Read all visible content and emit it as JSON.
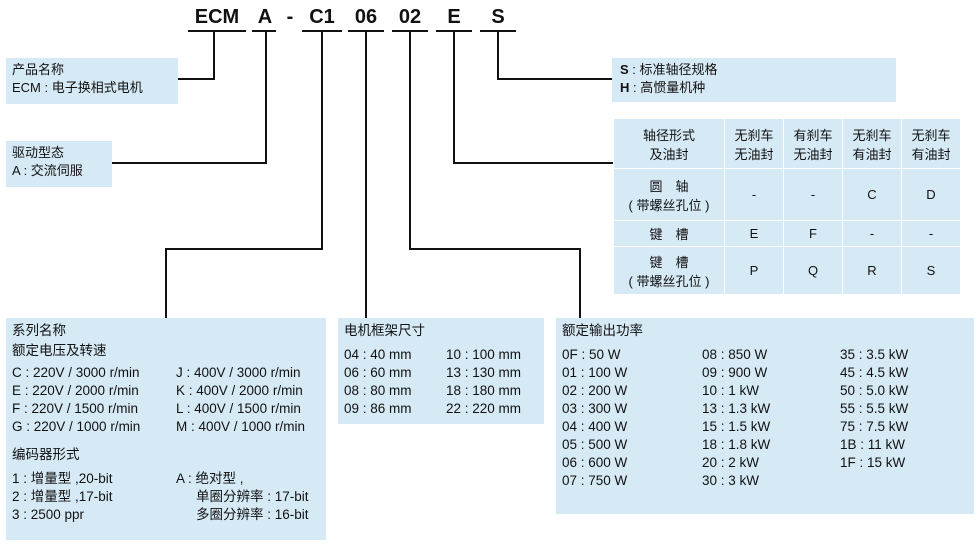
{
  "code": {
    "ecm": "ECM",
    "a": "A",
    "dash": "-",
    "c1": "C1",
    "frame": "06",
    "power": "02",
    "key": "E",
    "shaft": "S"
  },
  "product": {
    "title": "产品名称",
    "line": "ECM : 电子换相式电机"
  },
  "drive": {
    "title": "驱动型态",
    "line": "A : 交流伺服"
  },
  "shaft_box": {
    "s_key": "S",
    "s_text": " : 标准轴径规格",
    "h_key": "H",
    "h_text": " : 高惯量机种"
  },
  "spec_table": {
    "header": [
      "轴径形式\n及油封",
      "无刹车\n无油封",
      "有刹车\n无油封",
      "无刹车\n有油封",
      "无刹车\n有油封"
    ],
    "header_lines": [
      [
        "轴径形式",
        "及油封"
      ],
      [
        "无刹车",
        "无油封"
      ],
      [
        "有刹车",
        "无油封"
      ],
      [
        "无刹车",
        "有油封"
      ],
      [
        "无刹车",
        "有油封"
      ]
    ],
    "rows": [
      {
        "label": [
          "圆　轴",
          "( 带螺丝孔位 )"
        ],
        "cells": [
          "-",
          "-",
          "C",
          "D"
        ]
      },
      {
        "label": [
          "键　槽"
        ],
        "cells": [
          "E",
          "F",
          "-",
          "-"
        ]
      },
      {
        "label": [
          "键　槽",
          "( 带螺丝孔位 )"
        ],
        "cells": [
          "P",
          "Q",
          "R",
          "S"
        ]
      }
    ]
  },
  "series": {
    "title1": "系列名称",
    "title2": "额定电压及转速",
    "col1": [
      "C : 220V / 3000 r/min",
      "E : 220V / 2000 r/min",
      "F : 220V / 1500 r/min",
      "G : 220V / 1000 r/min"
    ],
    "col2": [
      "J : 400V / 3000 r/min",
      "K : 400V / 2000 r/min",
      "L : 400V / 1500 r/min",
      "M : 400V / 1000 r/min"
    ],
    "title3": "编码器形式",
    "enc_col1": [
      "1 : 增量型 ,20-bit",
      "2 : 增量型 ,17-bit",
      "3 : 2500 ppr"
    ],
    "enc_col2": [
      "A : 绝对型 ,",
      "单圈分辨率 : 17-bit",
      "多圈分辨率 : 16-bit"
    ]
  },
  "frame": {
    "title": "电机框架尺寸",
    "col1": [
      "04 : 40 mm",
      "06 : 60 mm",
      "08 : 80 mm",
      "09 : 86 mm"
    ],
    "col2": [
      "10 : 100 mm",
      "13 : 130 mm",
      "18 : 180 mm",
      "22 : 220 mm"
    ]
  },
  "power": {
    "title": "额定输出功率",
    "col1": [
      "0F : 50 W",
      "01 : 100 W",
      "02 : 200 W",
      "03 : 300 W",
      "04 : 400 W",
      "05 : 500 W",
      "06 : 600 W",
      "07 : 750 W"
    ],
    "col2": [
      "08 : 850 W",
      "09 : 900 W",
      "10 : 1 kW",
      "13 : 1.3 kW",
      "15 : 1.5 kW",
      "18 : 1.8 kW",
      "20 : 2 kW",
      "30 : 3 kW"
    ],
    "col3": [
      "35 : 3.5 kW",
      "45 : 4.5 kW",
      "50 : 5.0 kW",
      "55 : 5.5 kW",
      "75 : 7.5 kW",
      "1B : 11 kW",
      "1F : 15 kW"
    ]
  }
}
